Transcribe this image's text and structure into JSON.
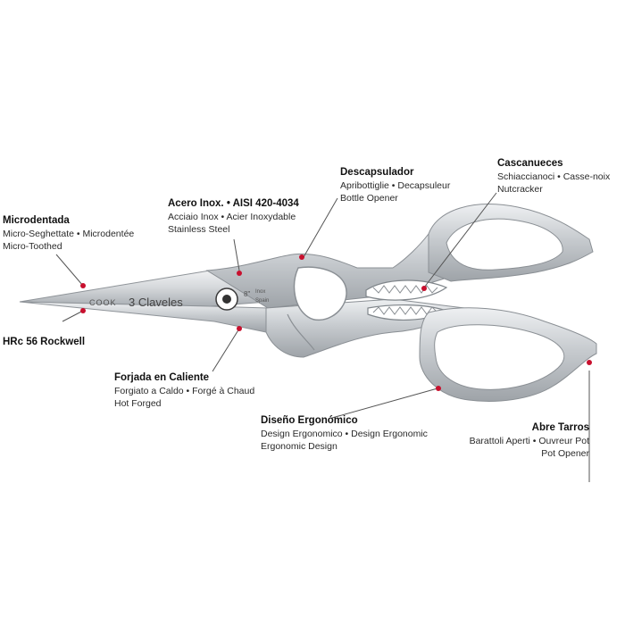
{
  "image": {
    "engraving": {
      "brand_small": "COOK",
      "brand_large": "3 Claveles",
      "size": "8\"",
      "origin_1": "Inox",
      "origin_2": "Spain"
    },
    "accent_color": "#c8102e",
    "steel_color": "#c9cdd1"
  },
  "callouts": {
    "microdentada": {
      "title": "Microdentada",
      "line1": "Micro-Seghettate • Microdentée",
      "line2": "Micro-Toothed"
    },
    "hrc": {
      "title": "HRc 56 Rockwell"
    },
    "acero": {
      "title": "Acero Inox. • AISI 420-4034",
      "line1": "Acciaio Inox • Acier Inoxydable",
      "line2": "Stainless Steel"
    },
    "descapsulador": {
      "title": "Descapsulador",
      "line1": "Apribottiglie • Decapsuleur",
      "line2": "Bottle Opener"
    },
    "cascanueces": {
      "title": "Cascanueces",
      "line1": "Schiaccianoci • Casse-noix",
      "line2": "Nutcracker"
    },
    "forjada": {
      "title": "Forjada en Caliente",
      "line1": "Forgiato a Caldo • Forgé à Chaud",
      "line2": "Hot Forged"
    },
    "diseno": {
      "title": "Diseño Ergonómico",
      "line1": "Design Ergonomico • Design Ergonomic",
      "line2": "Ergonomic Design"
    },
    "abre_tarros": {
      "title": "Abre Tarros",
      "line1": "Barattoli Aperti • Ouvreur Pot",
      "line2": "Pot Opener"
    }
  }
}
